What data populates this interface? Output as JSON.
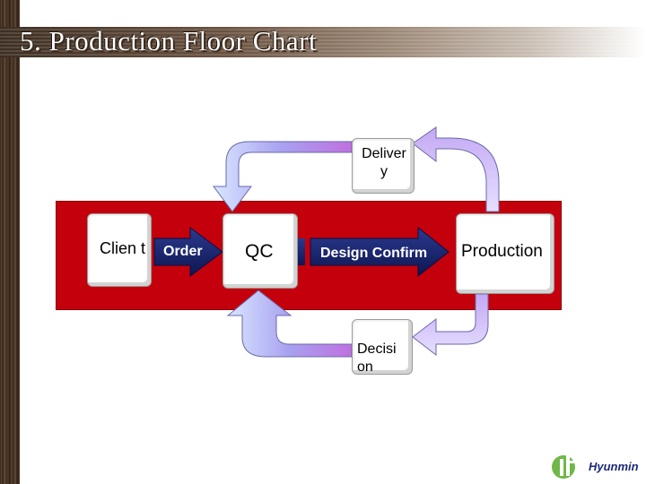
{
  "title": "5. Production  Floor Chart",
  "nodes": {
    "client": "Clien t",
    "qc": "QC",
    "production": "Production",
    "delivery": "Deliver y",
    "decision": "Decisi on"
  },
  "arrows": {
    "order": "Order",
    "design_confirm": "Design Confirm"
  },
  "logo": {
    "text": "Hyunmin"
  },
  "colors": {
    "band": "#c4000c",
    "dark_arrow": "#1a2870",
    "loop_arrow": "#c0b0f0"
  }
}
